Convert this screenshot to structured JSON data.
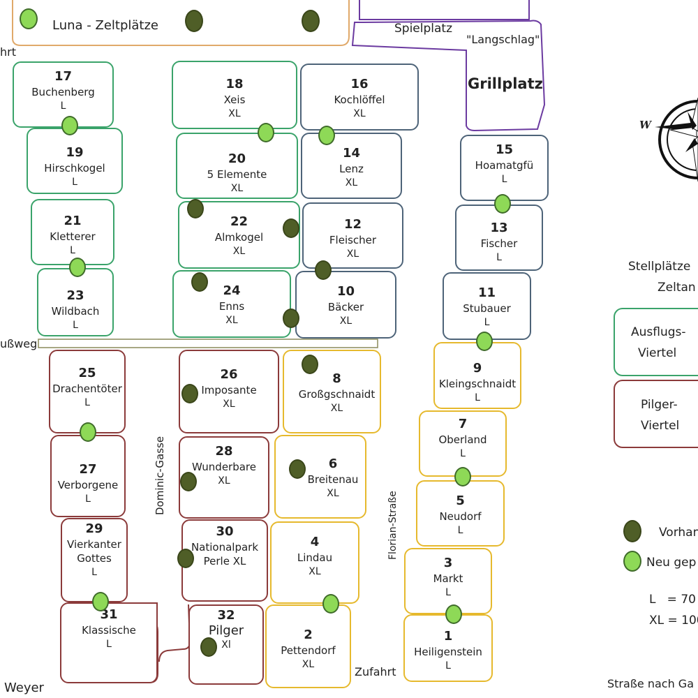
{
  "luna": {
    "label": "Luna - Zeltplätze"
  },
  "playground": {
    "label": "Spielplatz",
    "sub": "\"Langschlag\"",
    "grill": "Grillplatz"
  },
  "roads": {
    "top_left": "hrt",
    "fussweg": "ußweg",
    "dominic": "Dominic-Gasse",
    "florian": "Florian-Straße",
    "zufahrt": "Zufahrt",
    "weyer": "Weyer",
    "bottom_right": "Straße nach Ga"
  },
  "compass": {
    "w": "W"
  },
  "legend": {
    "title1": "Stellplätze",
    "title2": "Zeltan",
    "ausflug1": "Ausflugs-",
    "ausflug2": "Viertel",
    "pilger1": "Pilger-",
    "pilger2": "Viertel",
    "existing": "Vorhan",
    "new": "Neu gep",
    "l_size": "L   = 70",
    "xl_size": "XL = 100"
  },
  "plots": [
    {
      "num": "17",
      "name": "Buchenberg",
      "size": "L"
    },
    {
      "num": "18",
      "name": "Xeis",
      "size": "XL"
    },
    {
      "num": "16",
      "name": "Kochlöffel",
      "size": "XL"
    },
    {
      "num": "19",
      "name": "Hirschkogel",
      "size": "L"
    },
    {
      "num": "20",
      "name": "5 Elemente",
      "size": "XL"
    },
    {
      "num": "14",
      "name": "Lenz",
      "size": "XL"
    },
    {
      "num": "15",
      "name": "Hoamatgfü",
      "size": "L"
    },
    {
      "num": "21",
      "name": "Kletterer",
      "size": "L"
    },
    {
      "num": "22",
      "name": "Almkogel",
      "size": "XL"
    },
    {
      "num": "12",
      "name": "Fleischer",
      "size": "XL"
    },
    {
      "num": "13",
      "name": "Fischer",
      "size": "L"
    },
    {
      "num": "23",
      "name": "Wildbach",
      "size": "L"
    },
    {
      "num": "24",
      "name": "Enns",
      "size": "XL"
    },
    {
      "num": "10",
      "name": "Bäcker",
      "size": "XL"
    },
    {
      "num": "11",
      "name": "Stubauer",
      "size": "L"
    },
    {
      "num": "25",
      "name": "Drachentöter",
      "size": "L"
    },
    {
      "num": "26",
      "name": "Imposante",
      "size": "XL"
    },
    {
      "num": "8",
      "name": "Großgschnaidt",
      "size": "XL"
    },
    {
      "num": "9",
      "name": "Kleingschnaidt",
      "size": "L"
    },
    {
      "num": "7",
      "name": "Oberland",
      "size": "L"
    },
    {
      "num": "27",
      "name": "Verborgene",
      "size": "L"
    },
    {
      "num": "28",
      "name": "Wunderbare",
      "size": "XL"
    },
    {
      "num": "6",
      "name": "Breitenau",
      "size": "XL"
    },
    {
      "num": "5",
      "name": "Neudorf",
      "size": "L"
    },
    {
      "num": "29",
      "name": "Vierkanter",
      "name2": "Gottes",
      "size": "L"
    },
    {
      "num": "30",
      "name": "Nationalpark",
      "name2": "Perle XL",
      "size": ""
    },
    {
      "num": "4",
      "name": "Lindau",
      "size": "XL"
    },
    {
      "num": "3",
      "name": "Markt",
      "size": "L"
    },
    {
      "num": "31",
      "name": "Klassische",
      "size": "L"
    },
    {
      "num": "32",
      "name": "Pilger",
      "size": "Xl"
    },
    {
      "num": "2",
      "name": "Pettendorf",
      "size": "XL"
    },
    {
      "num": "1",
      "name": "Heiligenstein",
      "size": "L"
    }
  ]
}
